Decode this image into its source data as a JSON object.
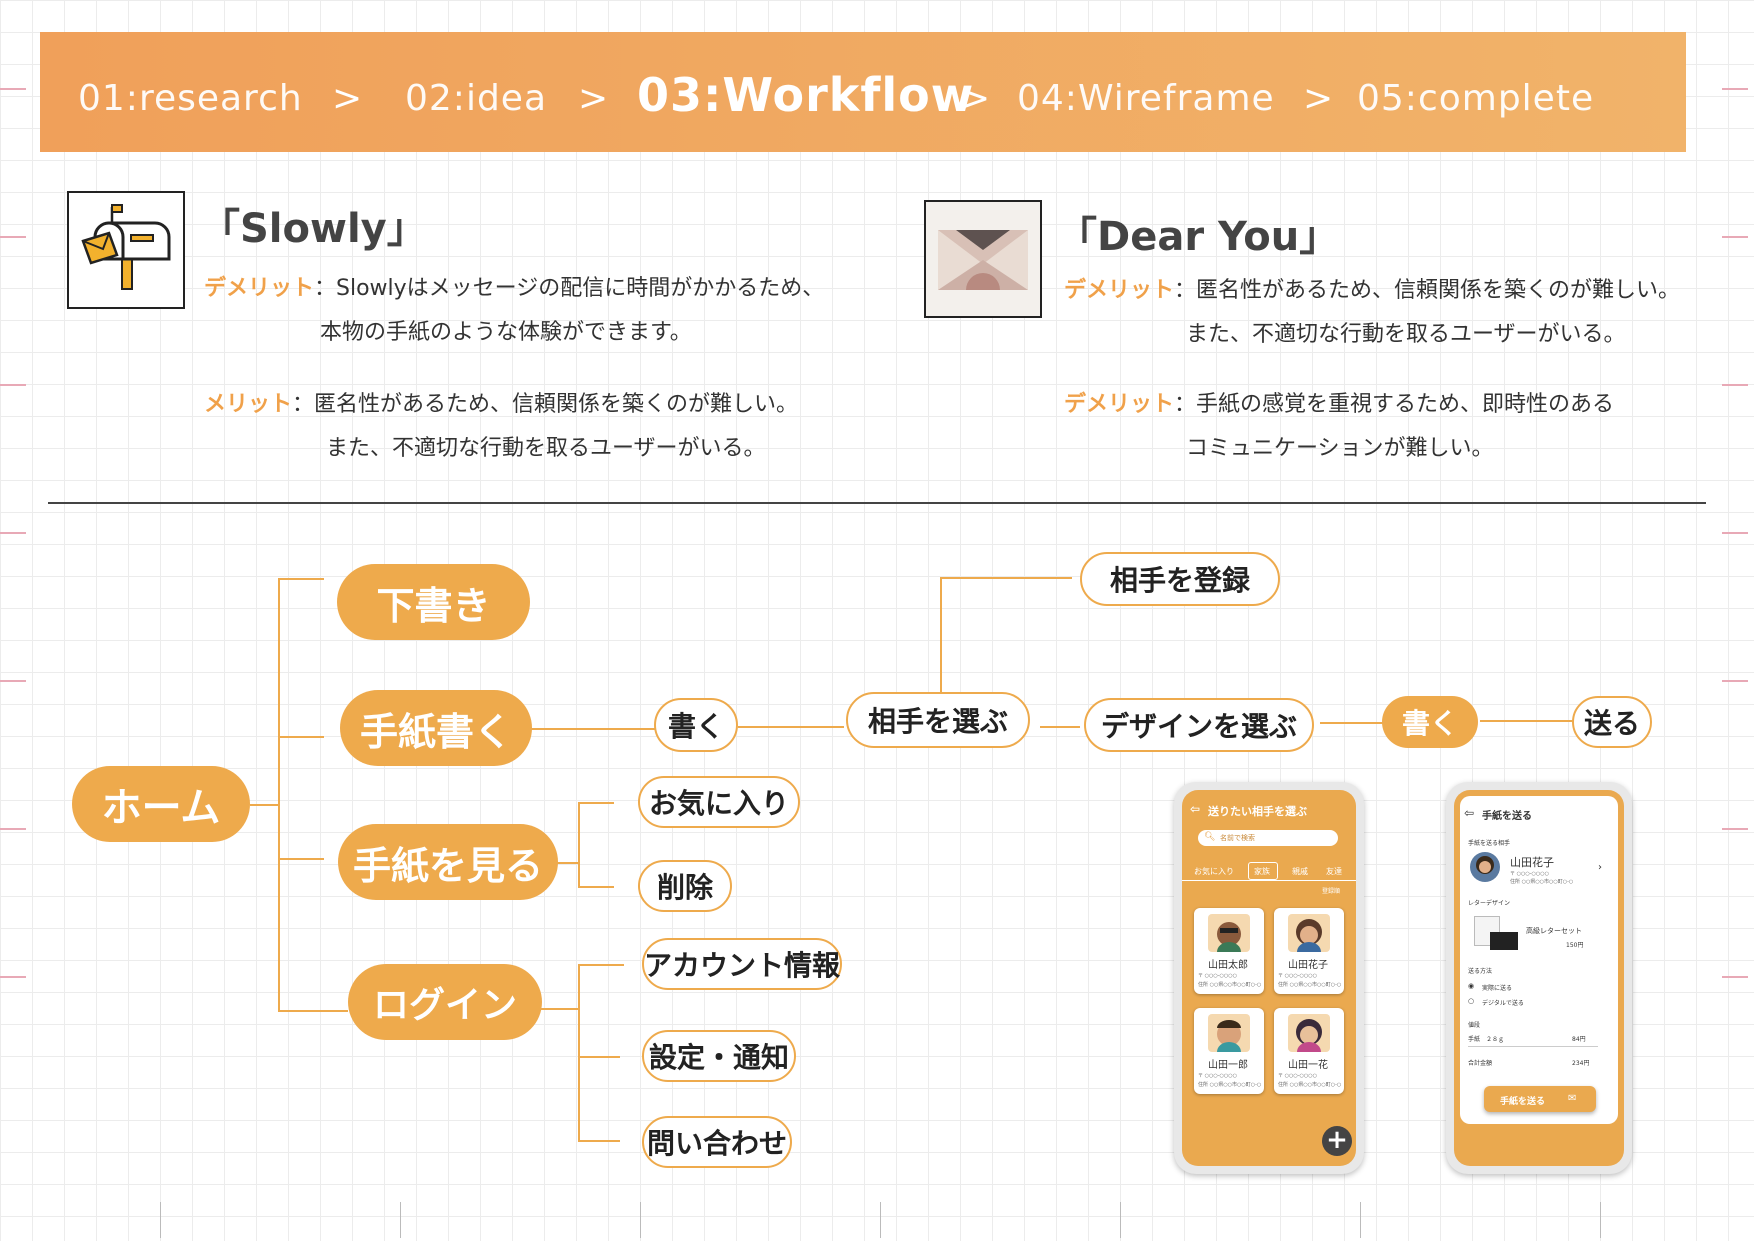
{
  "breadcrumb": {
    "steps": [
      "01:research",
      "02:idea",
      "03:Workflow",
      "04:Wireframe",
      "05:complete"
    ],
    "separator": ">"
  },
  "apps": {
    "slowly": {
      "title": "「Slowly」",
      "demerit_label": "デメリット",
      "demerit_lines": [
        "：Slowlyはメッセージの配信に時間がかかるため、",
        "本物の手紙のような体験ができます。"
      ],
      "merit_label": "メリット",
      "merit_lines": [
        "：匿名性があるため、信頼関係を築くのが難しい。",
        "また、不適切な行動を取るユーザーがいる。"
      ]
    },
    "dearyou": {
      "title": "「Dear You」",
      "demerit1_label": "デメリット",
      "demerit1_lines": [
        "：匿名性があるため、信頼関係を築くのが難しい。",
        "また、不適切な行動を取るユーザーがいる。"
      ],
      "demerit2_label": "デメリット",
      "demerit2_lines": [
        "：手紙の感覚を重視するため、即時性のある",
        "コミュニケーションが難しい。"
      ]
    }
  },
  "flow": {
    "home": "ホーム",
    "draft": "下書き",
    "write_letter": "手紙書く",
    "view_letter": "手紙を見る",
    "login": "ログイン",
    "write": "書く",
    "choose_partner": "相手を選ぶ",
    "register_partner": "相手を登録",
    "choose_design": "デザインを選ぶ",
    "write2": "書く",
    "send": "送る",
    "favorite": "お気に入り",
    "delete": "削除",
    "account_info": "アカウント情報",
    "settings": "設定・通知",
    "contact": "問い合わせ"
  },
  "phone1": {
    "title": "送りたい相手を選ぶ",
    "search_placeholder": "名前で検索",
    "tabs": [
      "お気に入り",
      "家族",
      "親戚",
      "友達"
    ],
    "register": "登録順",
    "contacts": [
      {
        "name": "山田太郎",
        "postal": "〒 ○○○-○○○○",
        "address": "住所 ○○県○○市○○町○-○"
      },
      {
        "name": "山田花子",
        "postal": "〒 ○○○-○○○○",
        "address": "住所 ○○県○○市○○町○-○"
      },
      {
        "name": "山田一郎",
        "postal": "〒 ○○○-○○○○",
        "address": "住所 ○○県○○市○○町○-○"
      },
      {
        "name": "山田一花",
        "postal": "〒 ○○○-○○○○",
        "address": "住所 ○○県○○市○○町○-○"
      }
    ],
    "add_icon": "plus-icon"
  },
  "phone2": {
    "title": "手紙を送る",
    "recipient_label": "手紙を送る相手",
    "recipient_name": "山田花子",
    "recipient_postal": "〒 ○○○-○○○○",
    "recipient_address": "住所 ○○県○○市○○町○-○",
    "design_label": "レターデザイン",
    "design_name": "高級レターセット",
    "design_price": "150円",
    "method_label": "送る方法",
    "method_options": [
      "実際に送る",
      "デジタルで送る"
    ],
    "fee_label": "値段",
    "fee_item": "手紙　２８ｇ",
    "fee_value": "84円",
    "total_label": "合計金額",
    "total_value": "234円",
    "send_button": "手紙を送る"
  },
  "colors": {
    "accent": "#eeaa4c",
    "banner_start": "#f0a05a",
    "banner_end": "#f1b36a",
    "label": "#f0a14a"
  }
}
